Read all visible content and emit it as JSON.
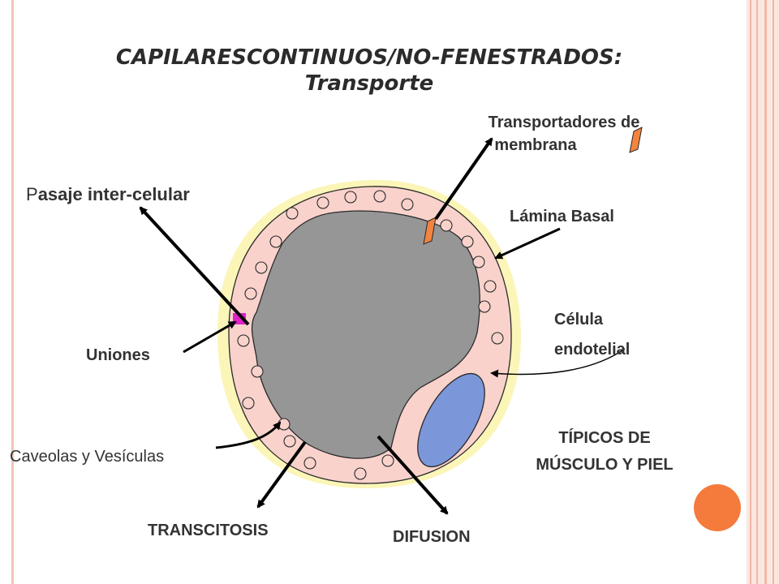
{
  "slide": {
    "title_line1": "CAPILARESCONTINUOS/NO-FENESTRADOS:",
    "title_line2": "Transporte"
  },
  "labels": {
    "transportadores_line1": "Transportadores  de",
    "transportadores_line2": "membrana",
    "pasaje_first": "P",
    "pasaje_rest": "asaje inter-celular",
    "lamina_basal": "Lámina Basal",
    "celula": "Célula",
    "endotelial": "endotelial",
    "uniones": "Uniones",
    "caveolas": "Caveolas y Vesículas",
    "tipicos_line1": "TÍPICOS DE",
    "tipicos_line2": "MÚSCULO Y PIEL",
    "transcitosis": "TRANSCITOSIS",
    "difusion": "DIFUSION"
  },
  "colors": {
    "outer_ring": "#fbf5b8",
    "endothelium": "#f9d2cc",
    "lumen": "#969696",
    "nucleus": "#7b97d9",
    "transporter": "#f2843f",
    "junction": "#e020c8",
    "accent_circle": "#f47b3c"
  }
}
